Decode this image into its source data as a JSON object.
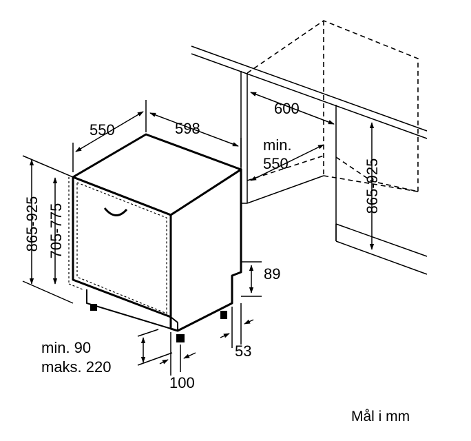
{
  "dimensions": {
    "depth": "550",
    "width": "598",
    "niche_width": "600",
    "niche_min_depth_line1": "min.",
    "niche_min_depth_line2": "550",
    "height_range": "865-925",
    "door_height_range": "705-775",
    "niche_height_range": "865-925",
    "plinth_height": "89",
    "plinth_depth": "53",
    "plinth_gap_line1": "min. 90",
    "plinth_gap_line2": "maks. 220",
    "foot_inset": "100"
  },
  "caption": "Mål i mm"
}
